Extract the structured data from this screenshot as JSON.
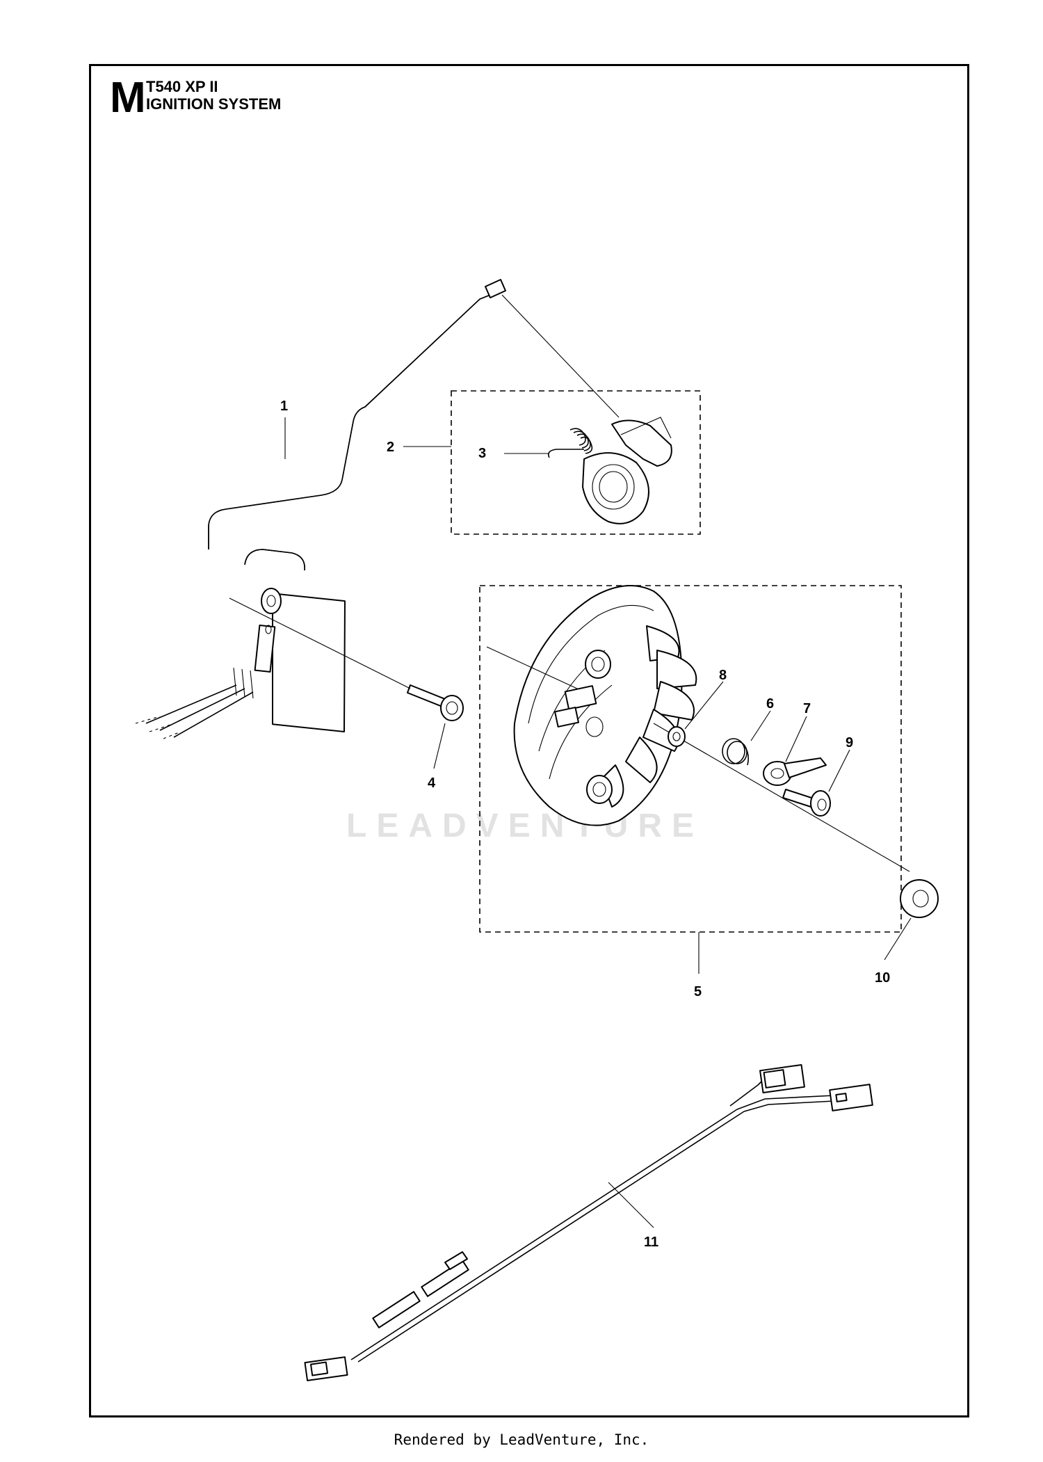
{
  "header": {
    "section_letter": "M",
    "model": "T540 XP II",
    "title": "IGNITION SYSTEM"
  },
  "watermark": "LEADVENTURE",
  "footer": "Rendered by LeadVenture, Inc.",
  "callouts": [
    {
      "id": "1",
      "label": "1"
    },
    {
      "id": "2",
      "label": "2"
    },
    {
      "id": "3",
      "label": "3"
    },
    {
      "id": "4",
      "label": "4"
    },
    {
      "id": "5",
      "label": "5"
    },
    {
      "id": "6",
      "label": "6"
    },
    {
      "id": "7",
      "label": "7"
    },
    {
      "id": "8",
      "label": "8"
    },
    {
      "id": "9",
      "label": "9"
    },
    {
      "id": "10",
      "label": "10"
    },
    {
      "id": "11",
      "label": "11"
    }
  ]
}
